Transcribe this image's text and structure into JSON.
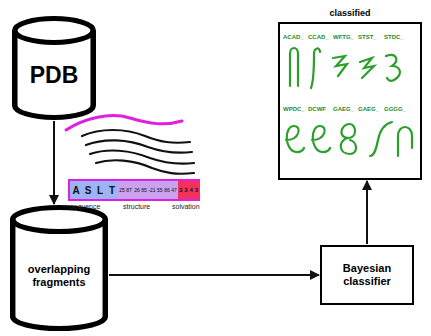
{
  "diagram": {
    "nodes": [
      {
        "text": [
          "PDB"
        ]
      },
      {
        "text": [
          "overlapping fragments"
        ]
      },
      {
        "text": [
          "Bayesian classifier"
        ]
      },
      {
        "text": [
          "classified"
        ]
      }
    ],
    "edges": [
      {
        "from": 0,
        "to": 1,
        "arrow": "to"
      },
      {
        "from": 1,
        "to": 2,
        "arrow": "to"
      },
      {
        "from": 2,
        "to": 3,
        "arrow": "to"
      }
    ],
    "labels": [
      "A",
      "S",
      "L",
      "T",
      "25 87",
      "26 85",
      "-21 55",
      "86 47",
      "3",
      "3",
      "4",
      "3",
      "sequence",
      "structure",
      "solvation",
      "ACAD_",
      "CCAD_",
      "WFTG_",
      "STST_",
      "STDC_",
      "WPDC_",
      "DCWF",
      "GAEG_",
      "GAEG_",
      "GGGG_"
    ]
  }
}
